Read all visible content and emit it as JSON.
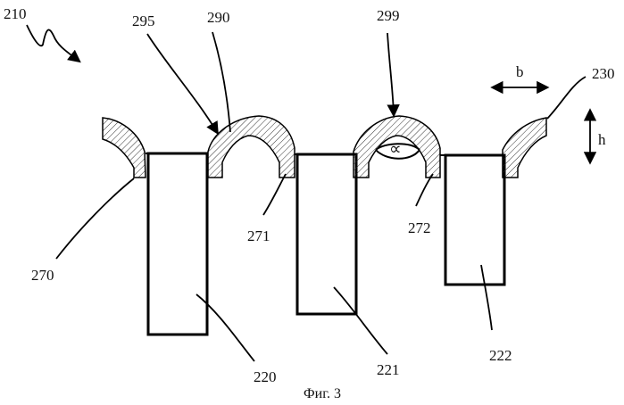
{
  "figure": {
    "caption": "Фиг. 3",
    "labels": {
      "assembly": "210",
      "bars": [
        "220",
        "221",
        "222"
      ],
      "joints": [
        "270",
        "271",
        "272"
      ],
      "bridge_295": "295",
      "bridge_290": "290",
      "bridge_299": "299",
      "end_piece": "230"
    },
    "dimensions": {
      "width_symbol": "b",
      "height_symbol": "h"
    },
    "angle_symbol": "∝"
  }
}
